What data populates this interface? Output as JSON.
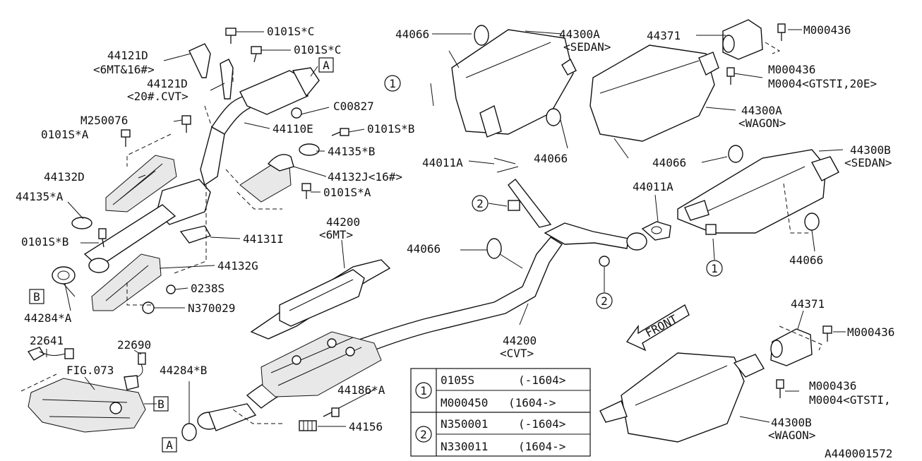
{
  "diagram_code": "A440001572",
  "labels": {
    "l_0101s_c": "0101S*C",
    "l_0101s_c2": "0101S*C",
    "l_44121d": "44121D",
    "l_44121d_6mt": "<6MT&16#>",
    "l_44121d_b": "44121D",
    "l_44121d_cvt": "<20#.CVT>",
    "l_m250076": "M250076",
    "l_0101s_a": "0101S*A",
    "l_44132d": "44132D",
    "l_44135a": "44135*A",
    "l_0101s_b": "0101S*B",
    "l_44284a": "44284*A",
    "l_c00827": "C00827",
    "l_44110e": "44110E",
    "l_0101s_b2": "0101S*B",
    "l_44135b": "44135*B",
    "l_44132j": "44132J<16#>",
    "l_0101s_a2": "0101S*A",
    "l_44131i": "44131I",
    "l_44132g": "44132G",
    "l_0238s": "0238S",
    "l_n370029": "N370029",
    "l_44200_6mt": "44200",
    "l_44200_6mt_sub": "<6MT>",
    "l_22641": "22641",
    "l_22690": "22690",
    "l_fig073": "FIG.073",
    "l_44284b": "44284*B",
    "l_44186a": "44186*A",
    "l_44156": "44156",
    "l_44066_a": "44066",
    "l_44300a_sedan": "44300A",
    "l_44300a_sedan_sub": "<SEDAN>",
    "l_44371_top": "44371",
    "l_m000436_a": "M000436",
    "l_m000436_b": "M000436",
    "l_m0004_gtsti_a": "M0004<GTSTI,20E>",
    "l_44300a_wagon": "44300A",
    "l_44300a_wagon_sub": "<WAGON>",
    "l_44066_b": "44066",
    "l_44011a_a": "44011A",
    "l_44066_c": "44066",
    "l_44300b_sedan": "44300B",
    "l_44300b_sedan_sub": "<SEDAN>",
    "l_44011a_b": "44011A",
    "l_44066_d": "44066",
    "l_44066_e": "44066",
    "l_44200_cvt": "44200",
    "l_44200_cvt_sub": "<CVT>",
    "l_front": "FRONT",
    "l_44371_bot": "44371",
    "l_m000436_c": "M000436",
    "l_m000436_d": "M000436",
    "l_m0004_gtsti_b": "M0004<GTSTI,",
    "l_44300b_wagon": "44300B",
    "l_44300b_wagon_sub": "<WAGON>"
  },
  "callouts": {
    "c1_a": "1",
    "c1_b": "1",
    "c2_a": "2",
    "c2_b": "2",
    "box_a_top": "A",
    "box_a_bot": "A",
    "box_b_left": "B",
    "box_b_bot": "B"
  },
  "legend": {
    "rows": [
      {
        "ref": "1",
        "part": "0105S",
        "range": "(-1604>"
      },
      {
        "ref": "",
        "part": "M000450",
        "range": "(1604->"
      },
      {
        "ref": "2",
        "part": "N350001",
        "range": "(-1604>"
      },
      {
        "ref": "",
        "part": "N330011",
        "range": "(1604->"
      }
    ]
  }
}
